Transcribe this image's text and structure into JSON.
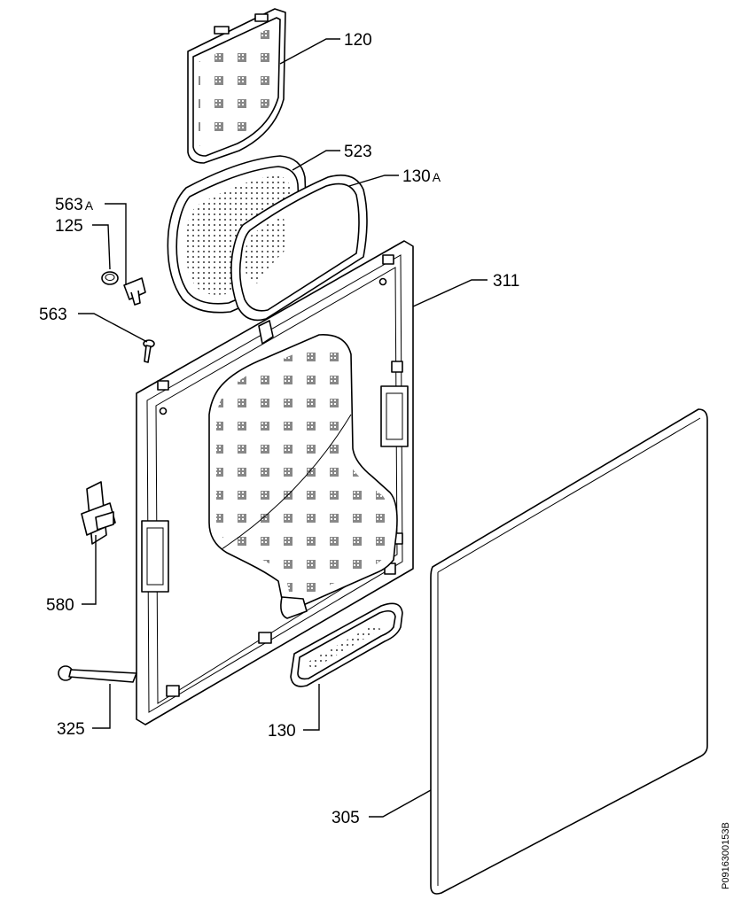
{
  "document_id": "P0916300153B",
  "parts": [
    {
      "id": "p120",
      "number": "120"
    },
    {
      "id": "p523",
      "number": "523"
    },
    {
      "id": "p130a",
      "number": "130",
      "suffix": "A"
    },
    {
      "id": "p563a",
      "number": "563",
      "suffix": "A"
    },
    {
      "id": "p125",
      "number": "125"
    },
    {
      "id": "p563",
      "number": "563"
    },
    {
      "id": "p311",
      "number": "311"
    },
    {
      "id": "p580",
      "number": "580"
    },
    {
      "id": "p325",
      "number": "325"
    },
    {
      "id": "p130",
      "number": "130"
    },
    {
      "id": "p305",
      "number": "305"
    }
  ]
}
